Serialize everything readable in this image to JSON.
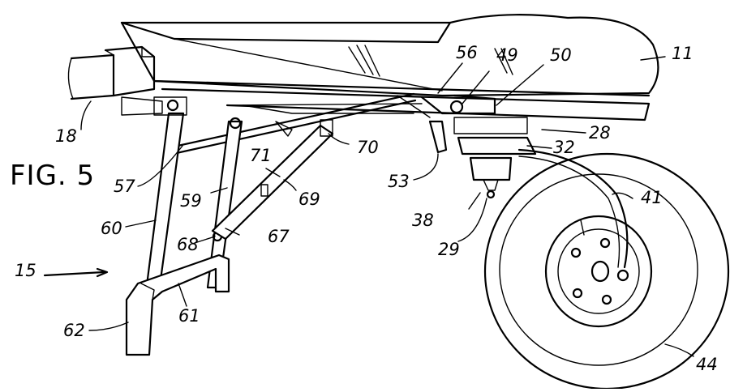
{
  "figure": {
    "label": "FIG. 5",
    "callouts": [
      {
        "id": "c11",
        "text": "11"
      },
      {
        "id": "c18",
        "text": "18"
      },
      {
        "id": "c56",
        "text": "56"
      },
      {
        "id": "c49",
        "text": "49"
      },
      {
        "id": "c50",
        "text": "50"
      },
      {
        "id": "c28",
        "text": "28"
      },
      {
        "id": "c32",
        "text": "32"
      },
      {
        "id": "c53",
        "text": "53"
      },
      {
        "id": "c70",
        "text": "70"
      },
      {
        "id": "c71",
        "text": "71"
      },
      {
        "id": "c69",
        "text": "69"
      },
      {
        "id": "c57",
        "text": "57"
      },
      {
        "id": "c59",
        "text": "59"
      },
      {
        "id": "c60",
        "text": "60"
      },
      {
        "id": "c68",
        "text": "68"
      },
      {
        "id": "c67",
        "text": "67"
      },
      {
        "id": "c15",
        "text": "15"
      },
      {
        "id": "c61",
        "text": "61"
      },
      {
        "id": "c62",
        "text": "62"
      },
      {
        "id": "c38",
        "text": "38"
      },
      {
        "id": "c29",
        "text": "29"
      },
      {
        "id": "c41",
        "text": "41"
      },
      {
        "id": "c44",
        "text": "44"
      }
    ]
  }
}
